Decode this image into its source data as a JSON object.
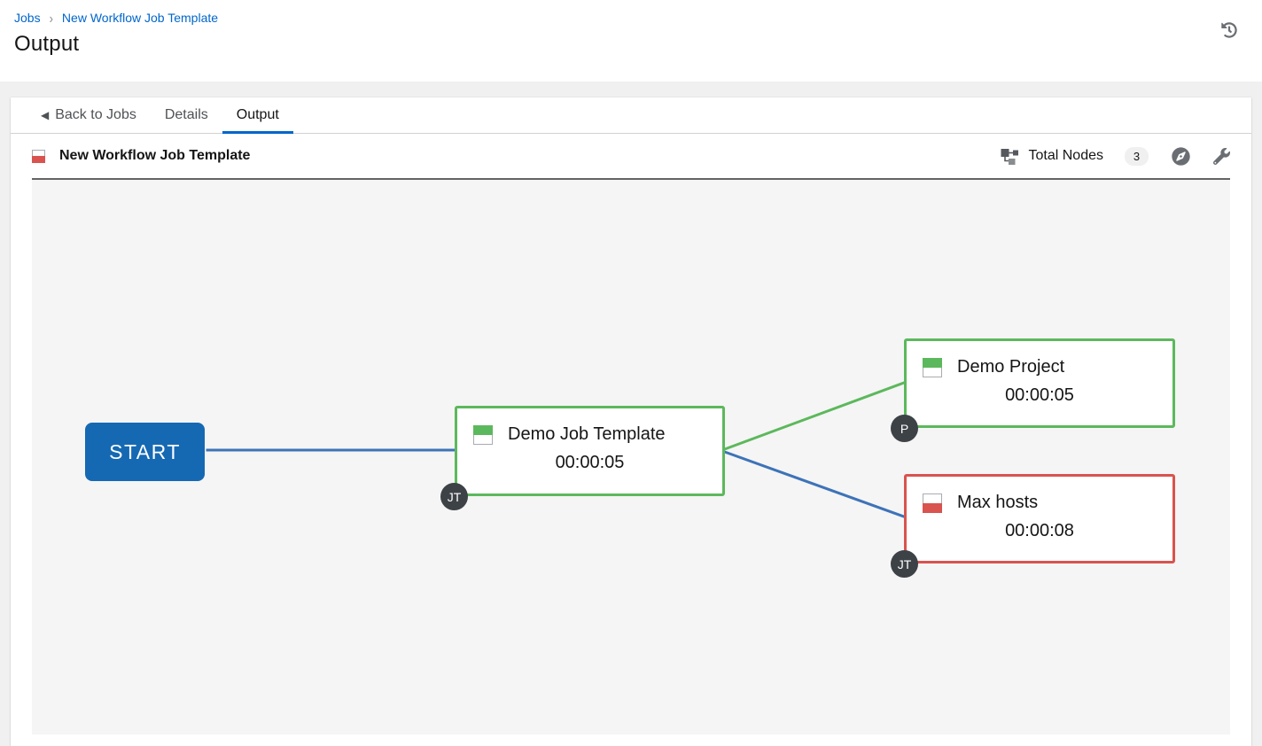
{
  "breadcrumb": {
    "jobs": "Jobs",
    "current": "New Workflow Job Template"
  },
  "page": {
    "title": "Output"
  },
  "tabs": {
    "back": "Back to Jobs",
    "details": "Details",
    "output": "Output"
  },
  "toolbar": {
    "template_name": "New Workflow Job Template",
    "template_status": "failed",
    "total_nodes_label": "Total Nodes",
    "total_nodes_count": "3"
  },
  "workflow": {
    "start_label": "START",
    "nodes": [
      {
        "name": "Demo Job Template",
        "elapsed": "00:00:05",
        "badge": "JT",
        "status": "success"
      },
      {
        "name": "Demo Project",
        "elapsed": "00:00:05",
        "badge": "P",
        "status": "success"
      },
      {
        "name": "Max hosts",
        "elapsed": "00:00:08",
        "badge": "JT",
        "status": "failed"
      }
    ],
    "edges": [
      {
        "from": "START",
        "to": "Demo Job Template",
        "type": "always"
      },
      {
        "from": "Demo Job Template",
        "to": "Demo Project",
        "type": "success"
      },
      {
        "from": "Demo Job Template",
        "to": "Max hosts",
        "type": "always"
      }
    ]
  },
  "colors": {
    "accent_blue": "#0066cc",
    "success_green": "#5cb85c",
    "error_red": "#d9534f",
    "edge_blue": "#3d73b8",
    "start_node_fill": "#1569b3",
    "badge_bg": "#3d4247",
    "graph_bg": "#f5f5f5"
  }
}
